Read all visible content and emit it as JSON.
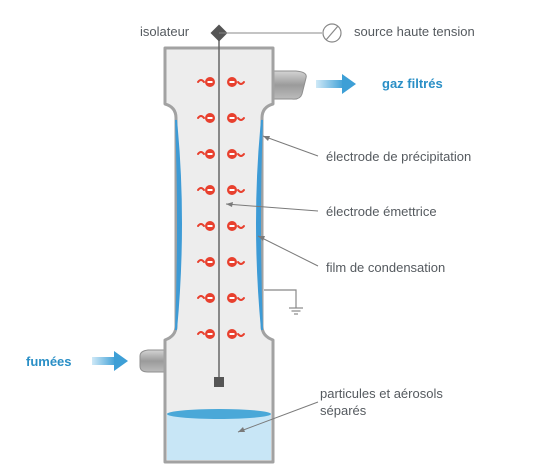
{
  "labels": {
    "isolator": "isolateur",
    "hv_source": "source haute tension",
    "filtered_gas": "gaz filtrés",
    "precipitation_electrode": "électrode de précipitation",
    "emitting_electrode": "électrode émettrice",
    "condensation_film": "film de condensation",
    "fumes": "fumées",
    "particles_line1": "particules et aérosols",
    "particles_line2": "séparés"
  },
  "colors": {
    "body_fill": "#ececec",
    "body_stroke": "#9a9a9a",
    "arrow_blue": "#4aa8d8",
    "film_blue": "#3d9bd6",
    "liquid_light": "#c8e6f6",
    "liquid_dark": "#4aa8d8",
    "particle_red": "#e8402e",
    "pipe_gray": "#a9a9a9",
    "leader_gray": "#7a7a7a"
  },
  "icons": {
    "particle": "negative-charged-particle-icon",
    "ground": "ground-symbol-icon",
    "hv": "hv-source-symbol-icon"
  }
}
